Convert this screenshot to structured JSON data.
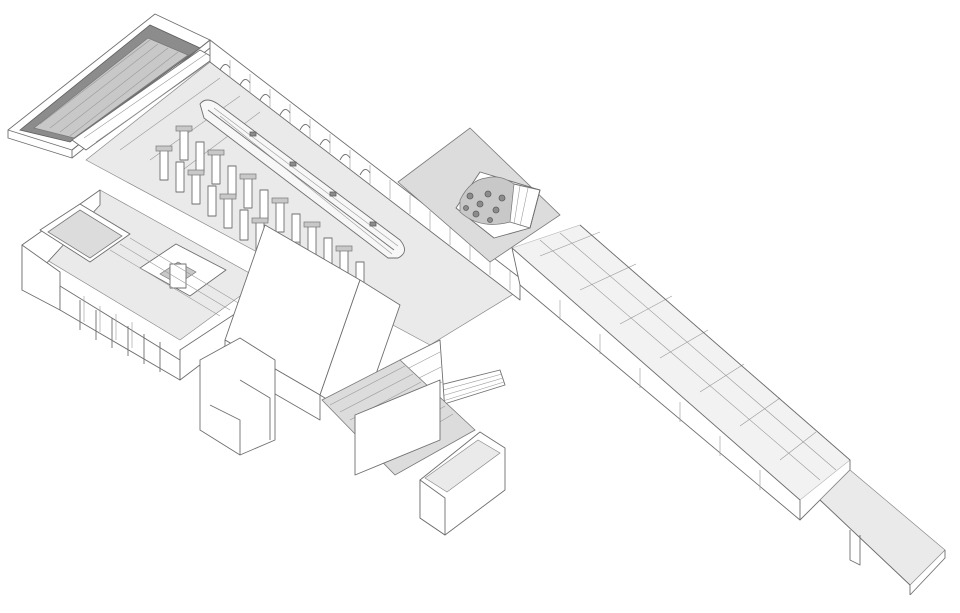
{
  "diagram": {
    "kind": "isometric architectural axonometric drawing",
    "colors": {
      "line": "#6f6f6f",
      "floor_grey": "#dcdcdc",
      "dark_grey": "#8c8c8c",
      "background": "#ffffff"
    },
    "parts": [
      "rooftop-terrace",
      "main-hall",
      "central-boat-sculpture",
      "column-colonnade",
      "west-gallery-block",
      "central-courtyard",
      "escalator",
      "south-entry-block",
      "dome-pavilion",
      "glass-canopy-walkway",
      "ramp"
    ]
  }
}
